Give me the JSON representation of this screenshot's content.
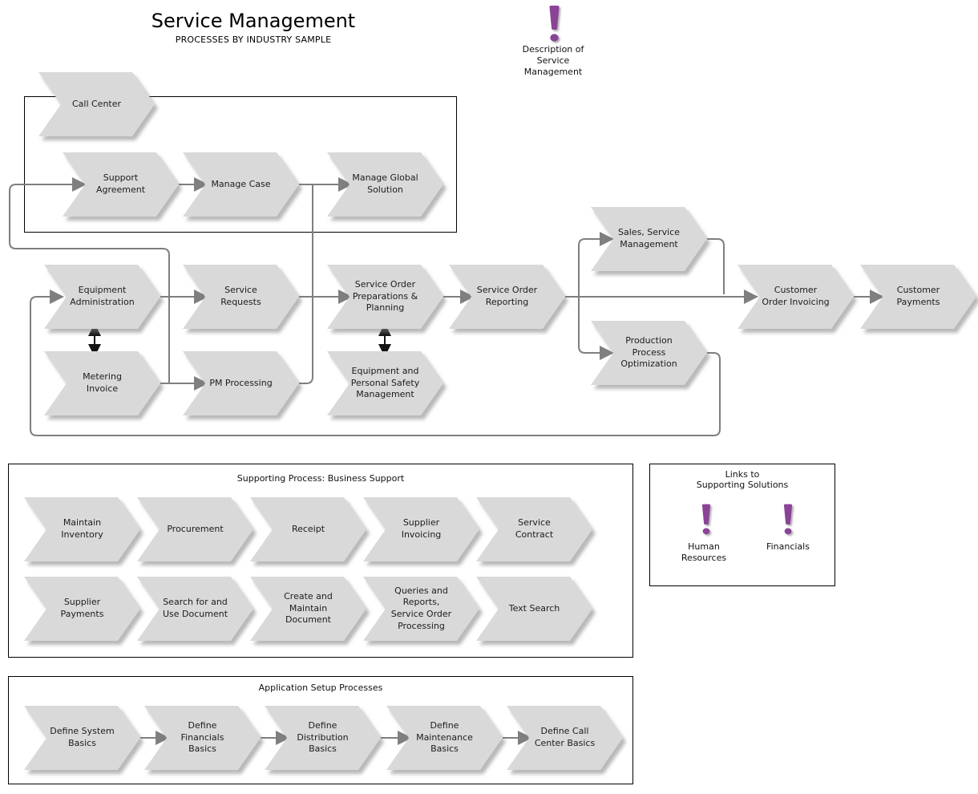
{
  "title": "Service Management",
  "subtitle": "PROCESSES BY INDUSTRY SAMPLE",
  "description_link": {
    "label": "Description of\nService\nManagement"
  },
  "colors": {
    "accent": "#8a4397",
    "chevron_fill": "#d9d9d9",
    "connector": "#7f7f7f",
    "box_border": "#000000"
  },
  "nodes": {
    "call_center": {
      "label": "Call Center"
    },
    "support_agreement": {
      "label": "Support\nAgreement"
    },
    "manage_case": {
      "label": "Manage Case"
    },
    "manage_global_solution": {
      "label": "Manage Global\nSolution"
    },
    "equipment_administration": {
      "label": "Equipment\nAdministration"
    },
    "service_requests": {
      "label": "Service\nRequests"
    },
    "service_order_preparations": {
      "label": "Service Order\nPreparations &\nPlanning"
    },
    "service_order_reporting": {
      "label": "Service Order\nReporting"
    },
    "sales_service_management": {
      "label": "Sales, Service\nManagement"
    },
    "production_process_optimization": {
      "label": "Production\nProcess\nOptimization"
    },
    "customer_order_invoicing": {
      "label": "Customer\nOrder Invoicing"
    },
    "customer_payments": {
      "label": "Customer\nPayments"
    },
    "metering_invoice": {
      "label": "Metering\nInvoice"
    },
    "pm_processing": {
      "label": "PM Processing"
    },
    "equipment_personal_safety": {
      "label": "Equipment and\nPersonal Safety\nManagement"
    }
  },
  "supporting": {
    "title": "Supporting Process: Business Support",
    "items": {
      "maintain_inventory": {
        "label": "Maintain\nInventory"
      },
      "procurement": {
        "label": "Procurement"
      },
      "receipt": {
        "label": "Receipt"
      },
      "supplier_invoicing": {
        "label": "Supplier\nInvoicing"
      },
      "service_contract": {
        "label": "Service\nContract"
      },
      "supplier_payments": {
        "label": "Supplier\nPayments"
      },
      "search_use_document": {
        "label": "Search for and\nUse Document"
      },
      "create_maintain_document": {
        "label": "Create and\nMaintain\nDocument"
      },
      "queries_reports": {
        "label": "Queries and\nReports,\nService Order\nProcessing"
      },
      "text_search": {
        "label": "Text Search"
      }
    }
  },
  "links": {
    "title": "Links to\nSupporting Solutions",
    "items": {
      "human_resources": {
        "label": "Human\nResources"
      },
      "financials": {
        "label": "Financials"
      }
    }
  },
  "setup": {
    "title": "Application Setup Processes",
    "items": {
      "define_system_basics": {
        "label": "Define System\nBasics"
      },
      "define_financials_basics": {
        "label": "Define\nFinancials\nBasics"
      },
      "define_distribution_basics": {
        "label": "Define\nDistribution\nBasics"
      },
      "define_maintenance_basics": {
        "label": "Define\nMaintenance\nBasics"
      },
      "define_call_center_basics": {
        "label": "Define Call\nCenter Basics"
      }
    }
  }
}
